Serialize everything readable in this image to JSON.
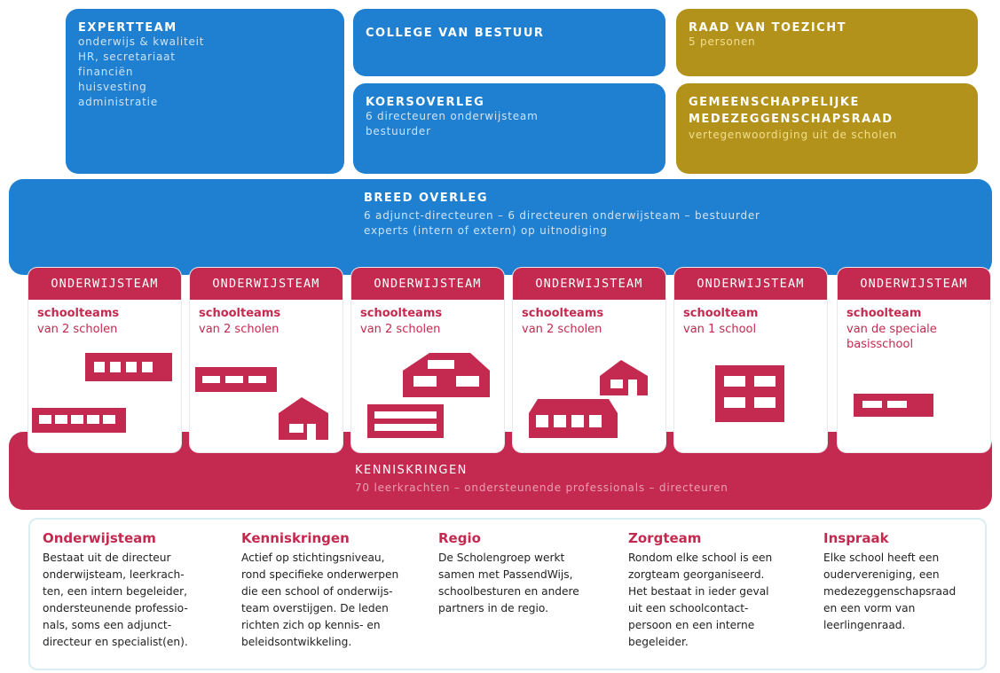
{
  "expertteam": {
    "title": "EXPERTTEAM",
    "lines": [
      "onderwijs & kwaliteit",
      "HR, secretariaat",
      "financiën",
      "huisvesting",
      "administratie"
    ]
  },
  "college": {
    "title": "COLLEGE VAN BESTUUR"
  },
  "koers": {
    "title": "KOERSOVERLEG",
    "lines": [
      "6 directeuren onderwijsteam",
      "bestuurder"
    ]
  },
  "raad": {
    "title": "RAAD VAN TOEZICHT",
    "lines": [
      "5 personen"
    ]
  },
  "gmr": {
    "title_lines": [
      "GEMEENSCHAPPELIJKE",
      "MEDEZEGGENSCHAPSRAAD"
    ],
    "lines": [
      "vertegenwoordiging uit de scholen"
    ]
  },
  "breed": {
    "title": "BREED OVERLEG",
    "lines": [
      "6 adjunct-directeuren – 6 directeuren onderwijsteam – bestuurder",
      "experts (intern of extern) op uitnodiging"
    ]
  },
  "teams": [
    {
      "header": "ONDERWIJSTEAM",
      "line1": "schoolteams",
      "line2": "van 2 scholen",
      "line3": ""
    },
    {
      "header": "ONDERWIJSTEAM",
      "line1": "schoolteams",
      "line2": "van 2 scholen",
      "line3": ""
    },
    {
      "header": "ONDERWIJSTEAM",
      "line1": "schoolteams",
      "line2": "van 2 scholen",
      "line3": ""
    },
    {
      "header": "ONDERWIJSTEAM",
      "line1": "schoolteams",
      "line2": "van 2 scholen",
      "line3": ""
    },
    {
      "header": "ONDERWIJSTEAM",
      "line1": "schoolteam",
      "line2": "van 1 school",
      "line3": ""
    },
    {
      "header": "ONDERWIJSTEAM",
      "line1": "schoolteam",
      "line2": "van de speciale",
      "line3": "basisschool"
    }
  ],
  "kennis": {
    "title": "KENNISKRINGEN",
    "lines": [
      "70 leerkrachten – ondersteunende professionals – directeuren"
    ]
  },
  "info": [
    {
      "heading": "Onderwijsteam",
      "text": "Bestaat uit de directeur\nonderwijsteam, leerkrach-\nten, een intern begeleider,\nondersteunende professio-\nnals, soms een adjunct-\ndirecteur en specialist(en)."
    },
    {
      "heading": "Kenniskringen",
      "text": "Actief op stichtingsniveau,\nrond specifieke onderwerpen\ndie een school of onderwijs-\nteam overstijgen. De leden\nrichten zich op kennis- en\nbeleidsontwikkeling."
    },
    {
      "heading": "Regio",
      "text": "De Scholengroep werkt\nsamen met PassendWijs,\nschoolbesturen en andere\npartners in de regio."
    },
    {
      "heading": "Zorgteam",
      "text": "Rondom elke school is een\nzorgteam georganiseerd.\nHet bestaat in ieder geval\nuit een schoolcontact-\npersoon en een interne\nbegeleider."
    },
    {
      "heading": "Inspraak",
      "text": "Elke school heeft een\nouderverenigin, een\nmedezeggenschapsraad\nen een vorm van\nleerlingenraad."
    }
  ],
  "colors": {
    "blue": "#1f7fd0",
    "gold": "#b2921a",
    "crimson": "#c42a4f"
  }
}
